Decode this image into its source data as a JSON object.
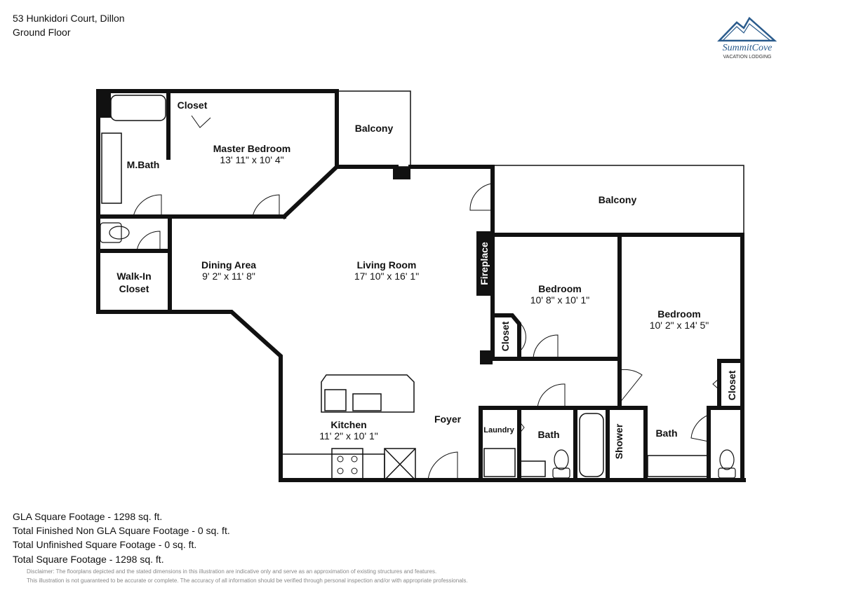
{
  "header": {
    "address": "53 Hunkidori Court, Dillon",
    "floor": "Ground Floor"
  },
  "logo": {
    "brand": "SummitCove",
    "tagline": "VACATION LODGING",
    "color": "#2a5b8c"
  },
  "rooms": {
    "closet_master": "Closet",
    "balcony_top": "Balcony",
    "master_bedroom": "Master Bedroom",
    "master_bedroom_dim": "13' 11\" x 10' 4\"",
    "mbath": "M.Bath",
    "balcony_right": "Balcony",
    "walkin_1": "Walk-In",
    "walkin_2": "Closet",
    "dining": "Dining Area",
    "dining_dim": "9' 2\" x 11' 8\"",
    "living": "Living Room",
    "living_dim": "17' 10\" x 16' 1\"",
    "fireplace": "Fireplace",
    "bedroom1": "Bedroom",
    "bedroom1_dim": "10' 8\" x 10' 1\"",
    "closet_bed1": "Closet",
    "bedroom2": "Bedroom",
    "bedroom2_dim": "10' 2\" x 14' 5\"",
    "closet_bed2": "Closet",
    "kitchen": "Kitchen",
    "kitchen_dim": "11' 2\" x 10' 1\"",
    "foyer": "Foyer",
    "laundry": "Laundry",
    "bath1": "Bath",
    "shower": "Shower",
    "bath2": "Bath"
  },
  "footer": {
    "gla": "GLA Square Footage - 1298 sq. ft.",
    "non_gla": "Total Finished Non GLA Square Footage - 0 sq. ft.",
    "unfinished": "Total Unfinished Square Footage - 0 sq. ft.",
    "total": "Total Square Footage - 1298 sq. ft.",
    "disclaimer1": "Disclaimer: The floorplans depicted and the stated dimensions in this illustration are indicative only and serve as an approximation of existing structures and features.",
    "disclaimer2": "This illustration is not guaranteed to be accurate or complete. The accuracy of all information should be verified through personal inspection and/or with appropriate professionals."
  }
}
